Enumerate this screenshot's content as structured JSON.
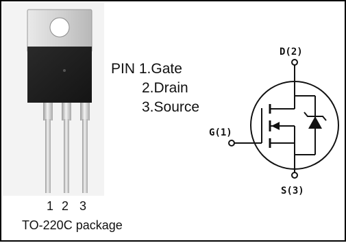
{
  "pin_list": {
    "heading": "PIN 1.Gate",
    "item2": "2.Drain",
    "item3": "3.Source"
  },
  "pin_numbers": [
    "1",
    "2",
    "3"
  ],
  "package_label": "TO-220C package",
  "terminals": {
    "drain": "D(2)",
    "gate": "G(1)",
    "source": "S(3)"
  },
  "colors": {
    "tab_metal": "#c8c8c8",
    "body": "#1c1c1c",
    "leads": "#d6d6d6",
    "line": "#111111"
  }
}
